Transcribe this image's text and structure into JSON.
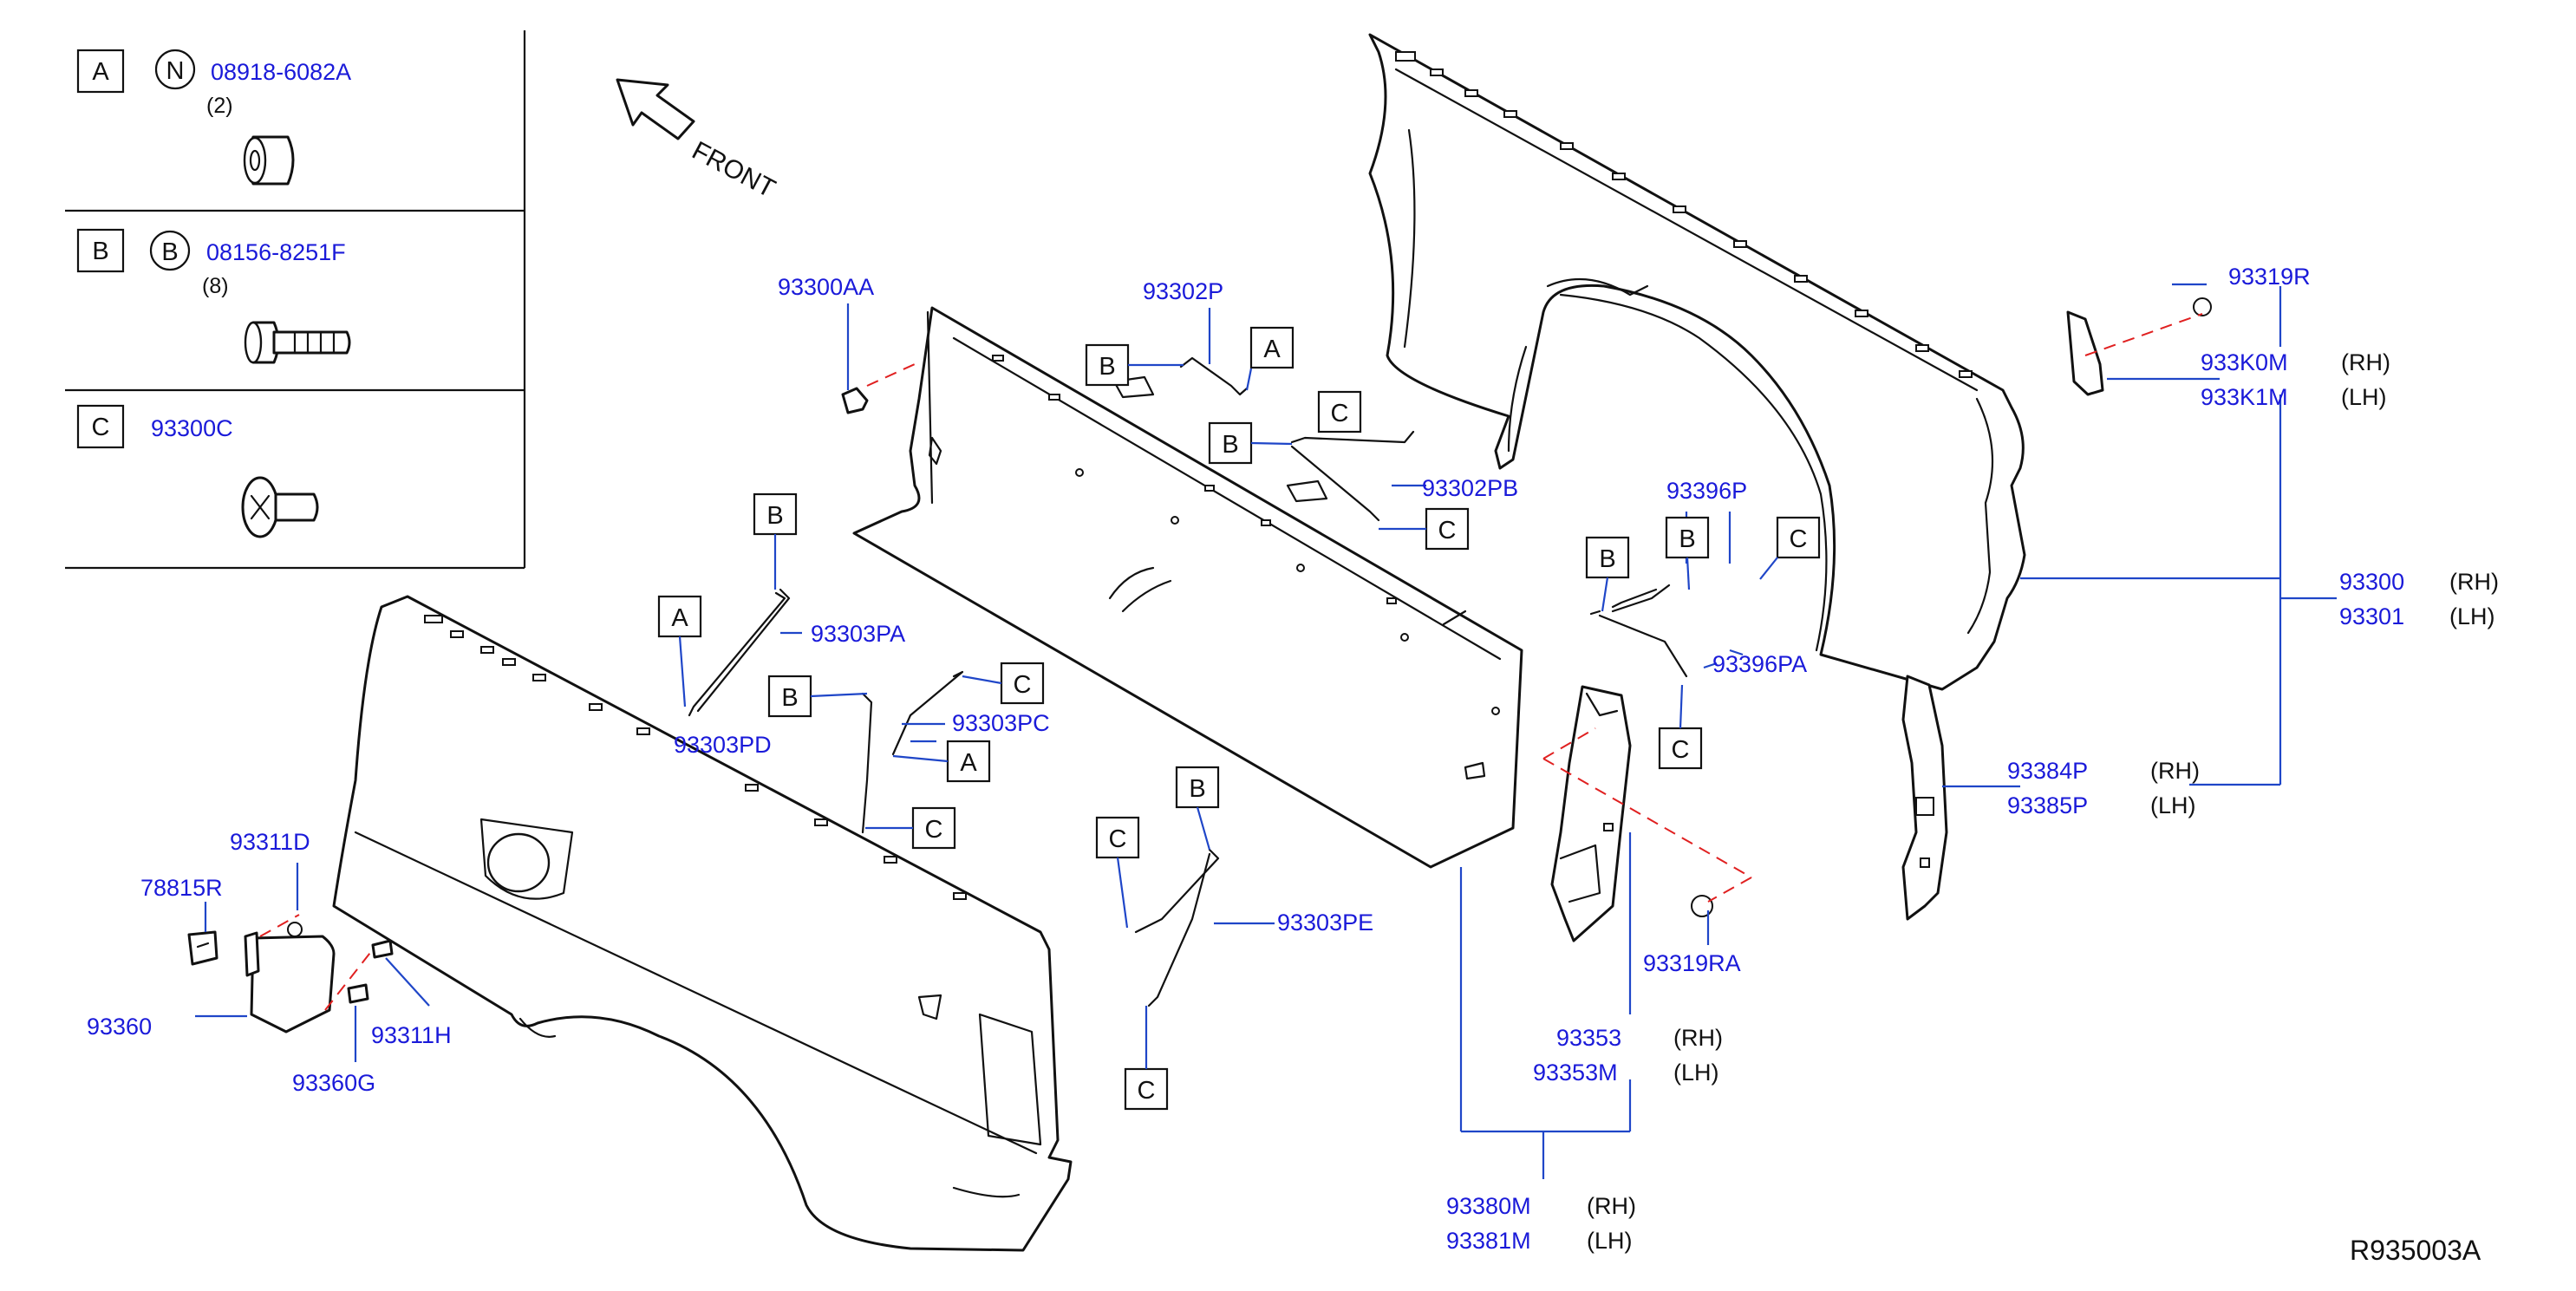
{
  "legend": [
    {
      "key": "A",
      "symbol": "N",
      "part": "08918-6082A",
      "qty": "(2)",
      "icon": "nut-icon"
    },
    {
      "key": "B",
      "symbol": "B",
      "part": "08156-8251F",
      "qty": "(8)",
      "icon": "bolt-icon"
    },
    {
      "key": "C",
      "symbol": "",
      "part": "93300C",
      "qty": "",
      "icon": "clip-icon"
    }
  ],
  "front_label": "FRONT",
  "diagram_code": "R935003A",
  "parts": {
    "p93300AA": "93300AA",
    "p93302P": "93302P",
    "p93302PB": "93302PB",
    "p93303PA": "93303PA",
    "p93303PC": "93303PC",
    "p93303PD": "93303PD",
    "p93303PE": "93303PE",
    "p93396P": "93396P",
    "p93396PA": "93396PA",
    "p93319R": "93319R",
    "p933K0M": "933K0M",
    "p933K1M": "933K1M",
    "p93300": "93300",
    "p93301": "93301",
    "p93384P": "93384P",
    "p93385P": "93385P",
    "p93353": "93353",
    "p93353M": "93353M",
    "p93319RA": "93319RA",
    "p93380M": "93380M",
    "p93381M": "93381M",
    "p93311D": "93311D",
    "p78815R": "78815R",
    "p93360": "93360",
    "p93311H": "93311H",
    "p93360G": "93360G"
  },
  "sides": {
    "rh": "(RH)",
    "lh": "(LH)"
  },
  "callouts": {
    "a": "A",
    "b": "B",
    "c": "C"
  }
}
